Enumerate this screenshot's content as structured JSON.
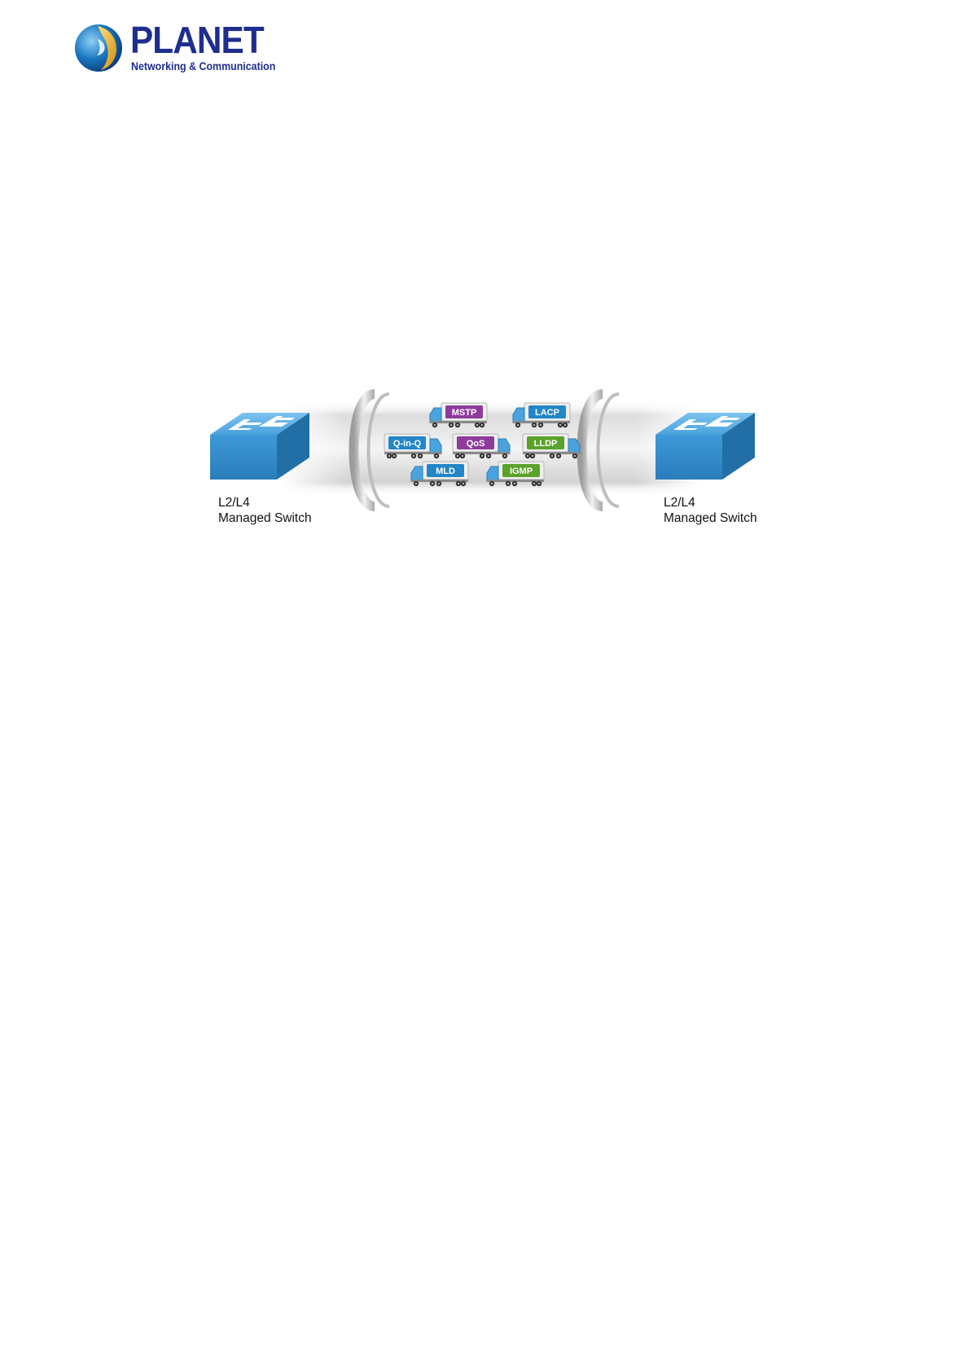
{
  "header": {
    "logo_name": "PLANET",
    "logo_tagline": "Networking & Communication"
  },
  "diagram": {
    "left_switch": {
      "line1": "L2/L4",
      "line2": "Managed Switch"
    },
    "right_switch": {
      "line1": "L2/L4",
      "line2": "Managed Switch"
    },
    "trucks": [
      {
        "label": "MSTP",
        "color": "#8e3b9b"
      },
      {
        "label": "LACP",
        "color": "#2286c8"
      },
      {
        "label": "Q-in-Q",
        "color": "#2286c8"
      },
      {
        "label": "QoS",
        "color": "#8e3b9b"
      },
      {
        "label": "LLDP",
        "color": "#5aa22a"
      },
      {
        "label": "MLD",
        "color": "#2286c8"
      },
      {
        "label": "IGMP",
        "color": "#5aa22a"
      }
    ],
    "switch_color": "#3b95cf",
    "tube_color": "#d9d9d9"
  }
}
